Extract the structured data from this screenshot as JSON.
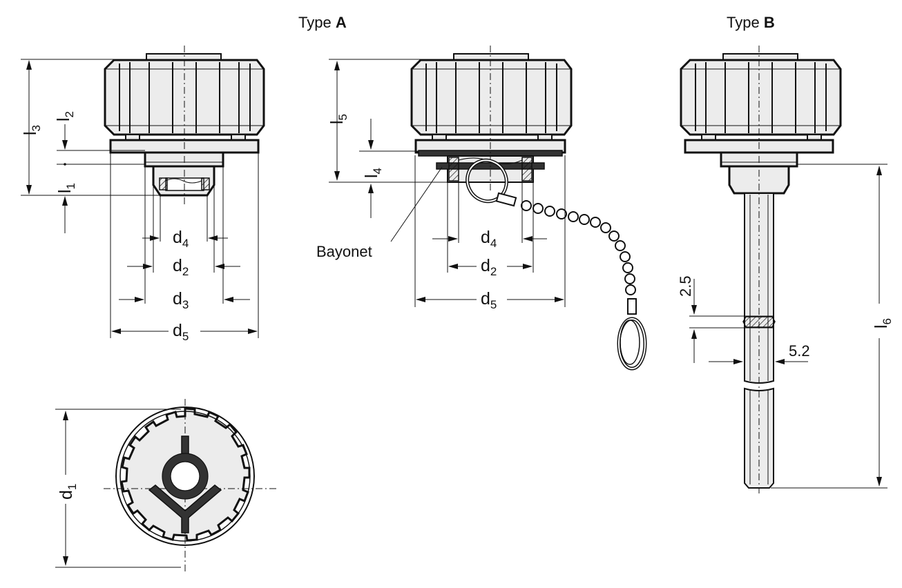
{
  "titles": {
    "type_a_prefix": "Type ",
    "type_a_letter": "A",
    "type_b_prefix": "Type ",
    "type_b_letter": "B"
  },
  "callouts": {
    "bayonet": "Bayonet"
  },
  "dimensions": {
    "d_letter": "d",
    "l_letter": "l",
    "d1_sub": "1",
    "d2_sub": "2",
    "d3_sub": "3",
    "d4_sub": "4",
    "d5_sub": "5",
    "l1_sub": "1",
    "l2_sub": "2",
    "l3_sub": "3",
    "l4_sub": "4",
    "l5_sub": "5",
    "l6_sub": "6",
    "dip_flat_height": "2.5",
    "dip_width": "5.2"
  },
  "colors": {
    "line": "#111111",
    "fill": "#ececec",
    "dark": "#333333"
  }
}
